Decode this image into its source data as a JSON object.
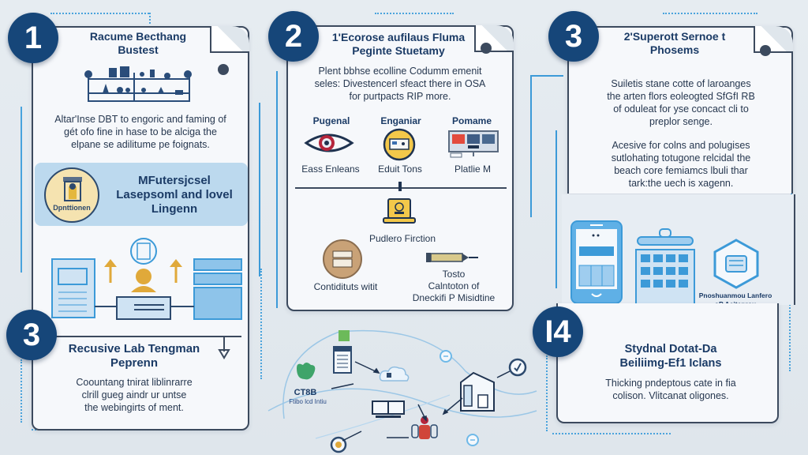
{
  "colors": {
    "background": "#e3e9ee",
    "badge": "#164679",
    "card_border": "#3c4a5e",
    "accent_blue": "#3c9ad8",
    "highlight_band": "#bcd9ee",
    "gold": "#e0a93a"
  },
  "steps": [
    {
      "number": "1",
      "title_line1": "Racume Becthang",
      "title_line2": "Bustest",
      "body": [
        "Altar'Inse DBT to engoric and faming of",
        "gét ofo fine in hase to be alciga the",
        "elpane se adilitume pe foignats."
      ],
      "highlight": {
        "emblem_text": "Dpnttionen",
        "line1": "MFutersjcsel",
        "line2": "Lasepsoml and lovel",
        "line3": "Lingenn"
      }
    },
    {
      "number": "2",
      "title_line1": "1'Ecorose aufilaus Fluma",
      "title_line2": "Peginte Stuetamy",
      "body": [
        "Plent bbhse ecolline Codumm emenit",
        "seles: Divestencerl sfeact there in OSA",
        "for purtpacts RIP more."
      ],
      "columns": [
        {
          "heading": "Pugenal",
          "icon": "eye-icon",
          "caption": "Eass Enleans"
        },
        {
          "heading": "Enganiar",
          "icon": "card-reader-icon",
          "caption": "Eduit Tons"
        },
        {
          "heading": "Pomame",
          "icon": "monitor-icon",
          "caption": "Platlie M"
        }
      ],
      "center_item": {
        "icon": "laptop-icon",
        "caption": "Pudlero Firction"
      },
      "bottom_items": [
        {
          "icon": "database-badge-icon",
          "caption": "Contidituts witit"
        },
        {
          "icon": "syringe-icon",
          "caption_line1": "Tosto",
          "caption_line2": "Calntoton of",
          "caption_line3": "Dneckifi P Misidtine"
        }
      ]
    },
    {
      "number": "3",
      "title_line1": "2'Superott Sernoe t",
      "title_line2": "Phosems",
      "paragraph1": [
        "Suiletis stane cotte of laroanges",
        "the arten flors eoleogted SfGfI RB",
        "of oduleat for yse concact cli to",
        "preplor senge."
      ],
      "paragraph2": [
        "Acesive for colns and polugises",
        "sutlohating totugone relcidal the",
        "beach core femiamcs lbuli thar",
        "tark:the uech is xagenn."
      ],
      "device_caption_line1": "Pnoshuanmou Lanfero",
      "device_caption_line2": "oP Acitenrou"
    },
    {
      "number": "3",
      "title_line1": "Recusive Lab Tengman",
      "title_line2": "Peprenn",
      "body": [
        "Coountang tnirat liblinrarre",
        "clrill gueg aindr ur untse",
        "the webingirts of ment."
      ]
    },
    {
      "number": "I4",
      "title_line1": "Stydnal Dotat-Da",
      "title_line2": "Beiliimg-Ef1 Iclans",
      "body": [
        "Thicking pndeptous cate in fia",
        "colison. Vlitcanat oligones."
      ]
    }
  ],
  "network": {
    "brand_text": "CT8B",
    "brand_subtext": "Ftibo lcd Intiu"
  }
}
